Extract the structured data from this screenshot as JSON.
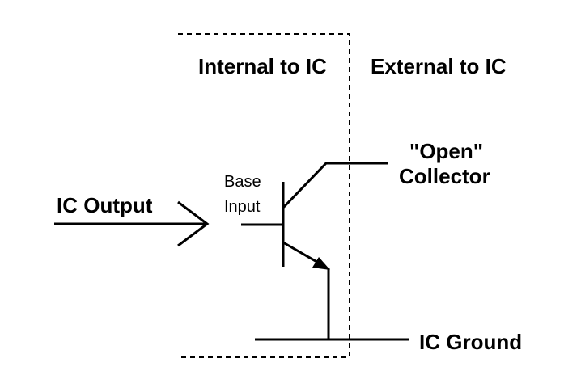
{
  "labels": {
    "internal": "Internal to IC",
    "external": "External to IC",
    "open_line1": "\"Open\"",
    "open_line2": "Collector",
    "base_line1": "Base",
    "base_line2": "Input",
    "ic_output": "IC Output",
    "ic_ground": "IC Ground"
  }
}
